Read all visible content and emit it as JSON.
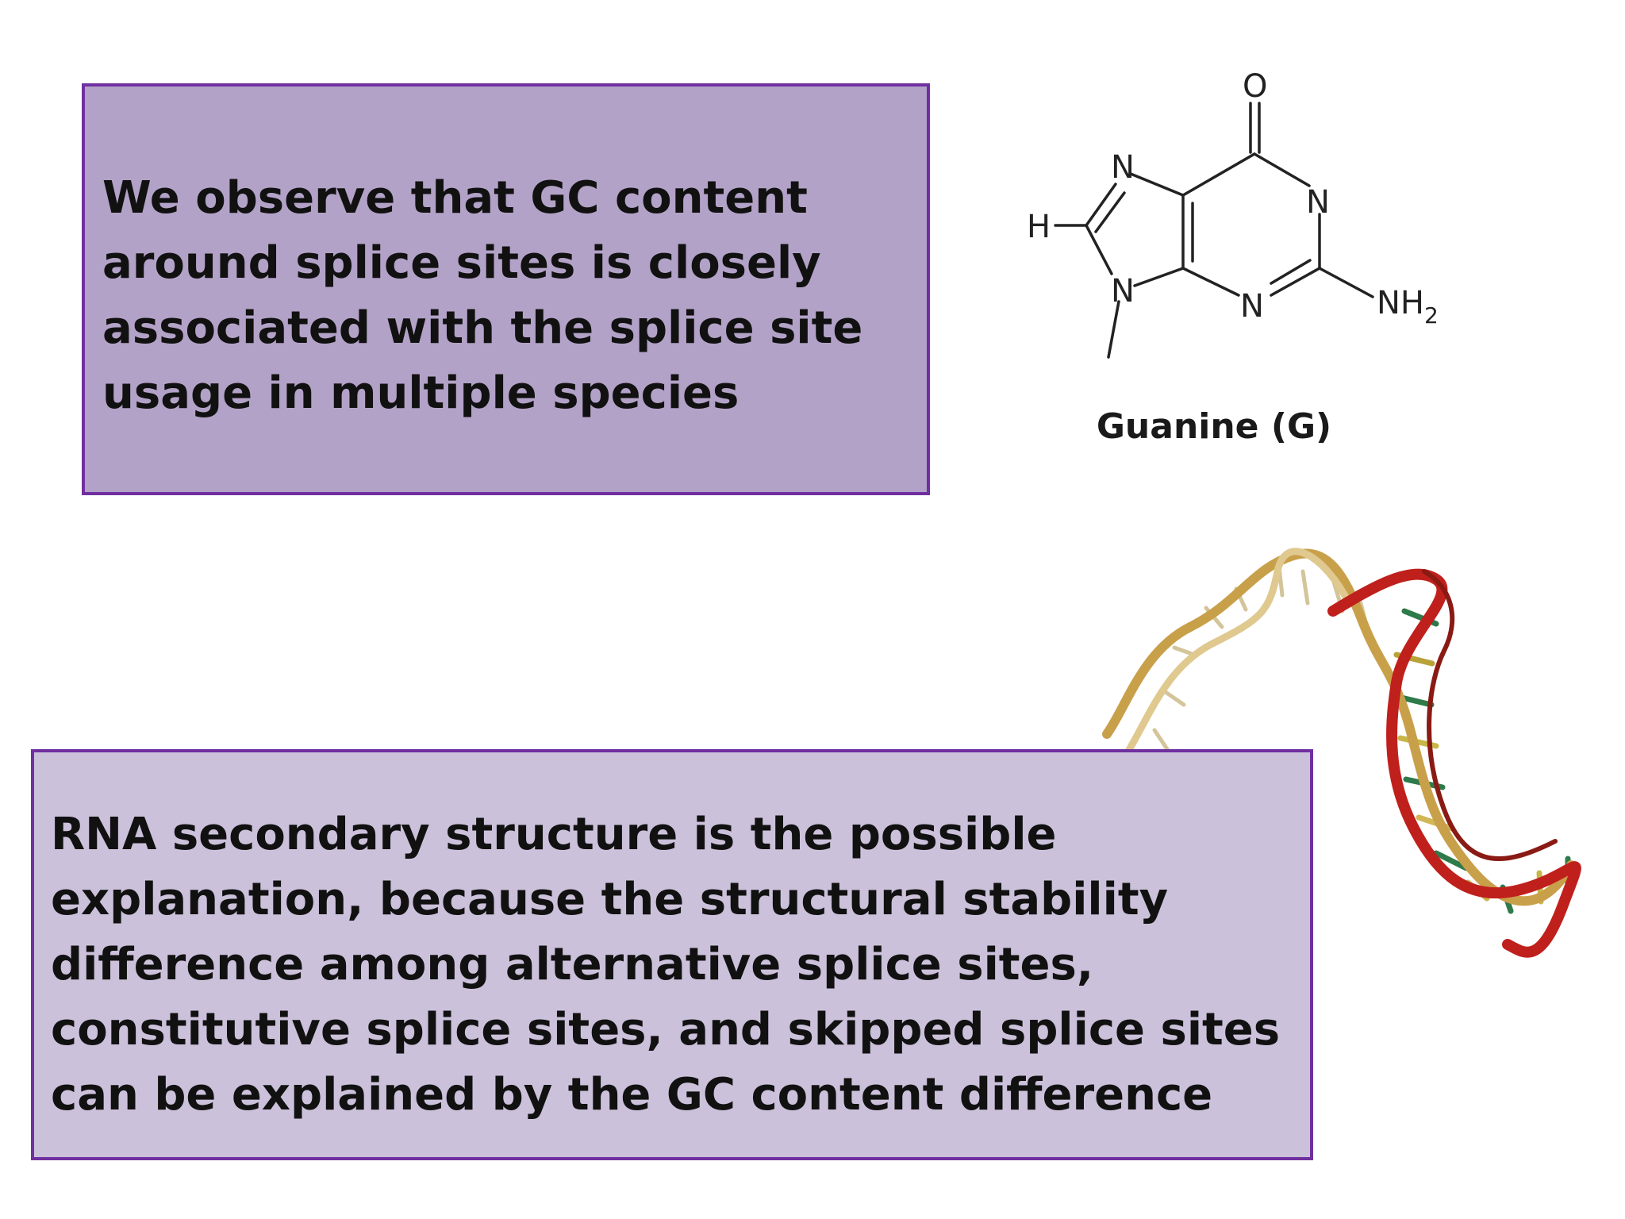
{
  "slide": {
    "top_box": {
      "text": "We observe that GC content around splice sites is closely associated with the splice site usage in multiple species"
    },
    "bottom_box": {
      "text": "RNA secondary structure is the possible explanation, because the structural stability difference among alternative splice sites, constitutive splice sites, and skipped splice sites can be explained by the GC content difference"
    },
    "molecule": {
      "caption": "Guanine (G)",
      "atoms": {
        "oxygen": "O",
        "n7": "N",
        "n1": "N",
        "h": "H",
        "n9": "N",
        "n3": "N",
        "amine": "NH",
        "amine_sub": "2"
      }
    },
    "colors": {
      "border": "#7030a0",
      "top_fill": "#b3a2c7",
      "bottom_fill": "#ccc1da"
    },
    "icons": {
      "structure": "guanine-structure-icon",
      "helix": "dna-helix-icon"
    }
  }
}
